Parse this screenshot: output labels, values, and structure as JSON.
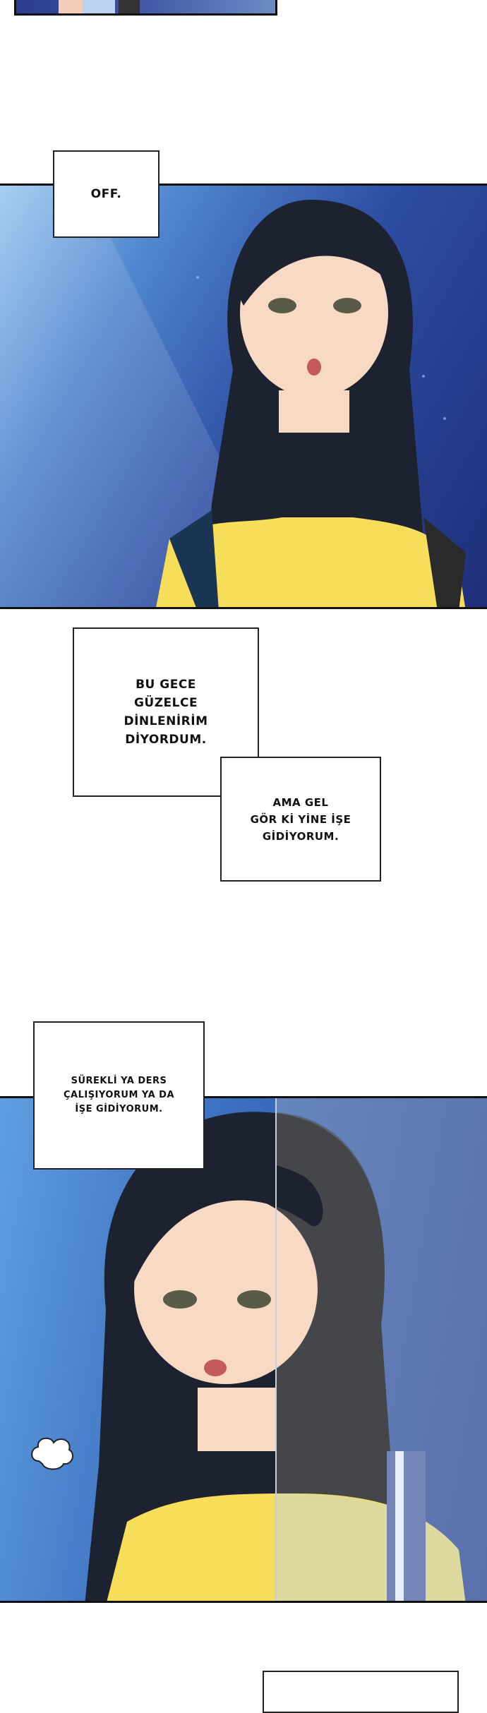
{
  "captions": {
    "off": "OFF.",
    "rest": "BU GECE\nGÜZELCE\nDİNLENİRİM\nDİYORDUM.",
    "work": "AMA GEL\nGÖR Kİ YİNE İŞE\nGİDİYORUM.",
    "always": "SÜREKLİ YA DERS\nÇALIŞIYORUM YA DA\nİŞE GİDİYORUM.",
    "empty": ""
  },
  "colors": {
    "night_blue": "#2a3f8f",
    "light_blue": "#6aa8e0",
    "dress_yellow": "#f6de5a",
    "hair": "#1c2230",
    "skin": "#f7d9c4"
  }
}
